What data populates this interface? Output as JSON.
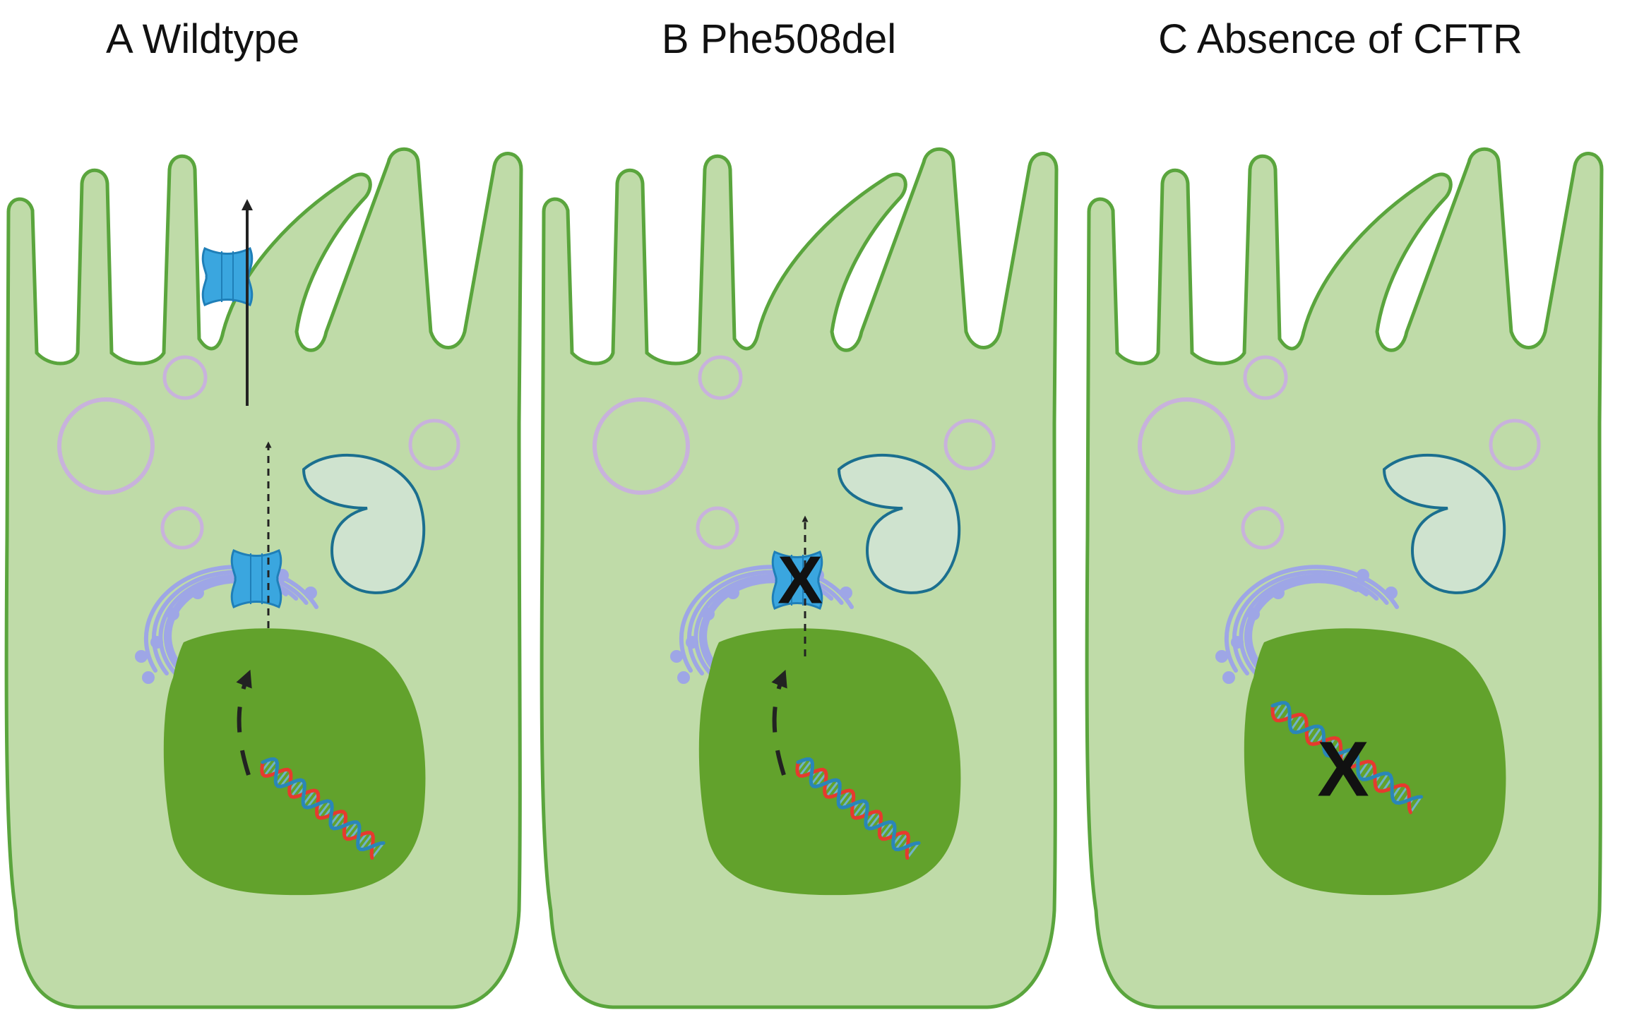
{
  "panels": [
    {
      "id": "A",
      "title": "A Wildtype",
      "cftr": "at-membrane",
      "blocked_protein": false,
      "blocked_dna": false
    },
    {
      "id": "B",
      "title": "B Phe508del",
      "cftr": "stuck-at-golgi",
      "blocked_protein": true,
      "blocked_dna": false
    },
    {
      "id": "C",
      "title": "C Absence of CFTR",
      "cftr": "none",
      "blocked_protein": false,
      "blocked_dna": true
    }
  ],
  "block_mark": "X",
  "colors": {
    "cytoplasm": "#bfdba8",
    "membrane": "#5aa53d",
    "nucleus": "#62a22c",
    "vesicle": "#c8b2dc",
    "golgi": "#9ea6e6",
    "endosome_fill": "#cfe3cf",
    "endosome_edge": "#1b6f8f",
    "cftr": "#3aa6df",
    "dna_a": "#e63a2e",
    "dna_b": "#2a86b8"
  }
}
